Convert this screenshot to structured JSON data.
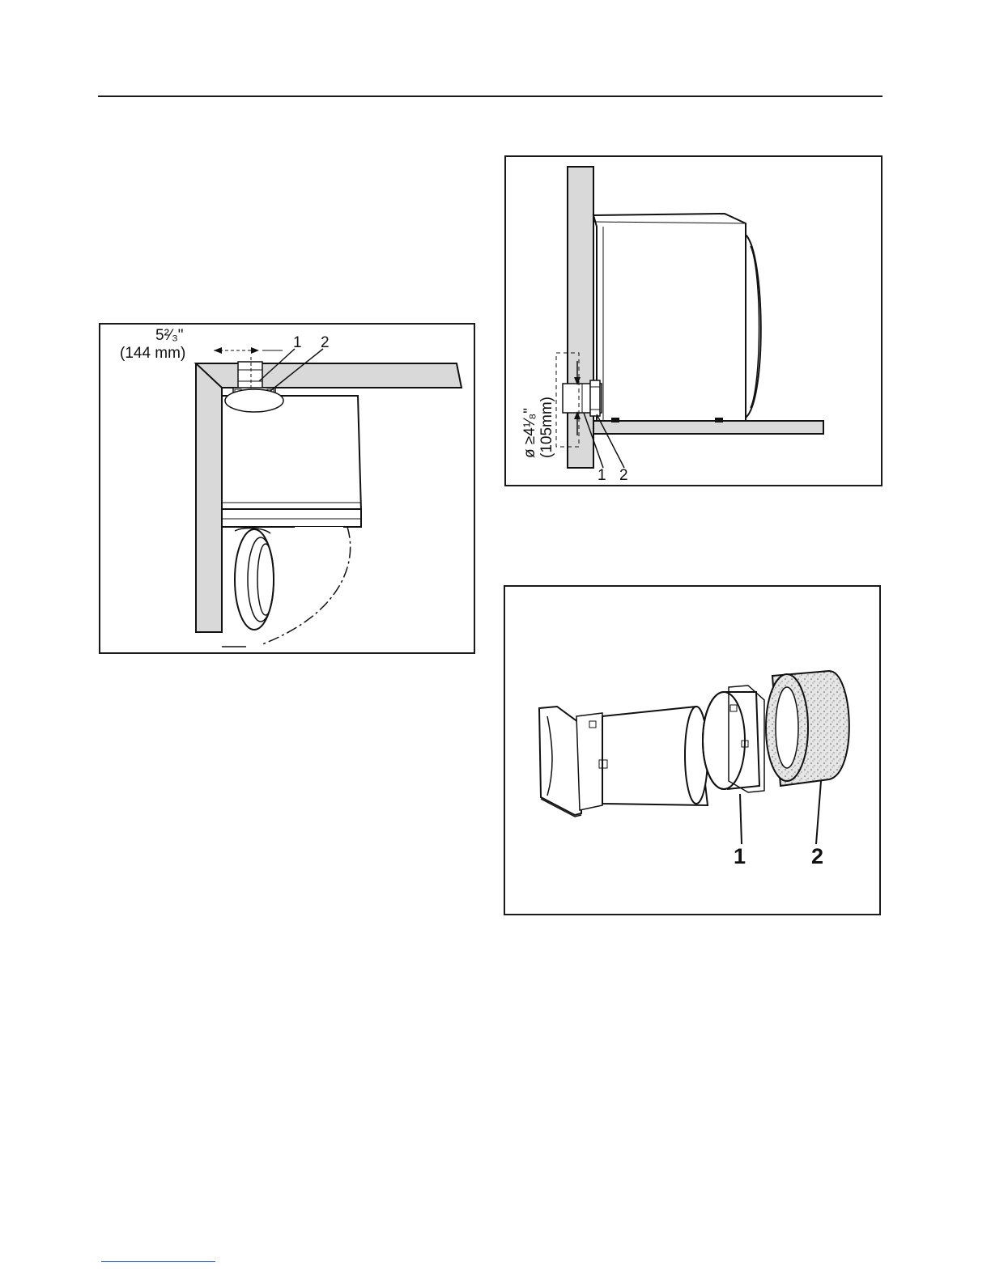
{
  "page": {
    "header_rule": true
  },
  "top_view": {
    "dim_fraction": "5²⁄₃\"",
    "dim_mm": "(144 mm)",
    "callout_1": "1",
    "callout_2": "2"
  },
  "side_view": {
    "diameter_label": "ø ≥4¹⁄₈\"",
    "diameter_mm": "(105mm)",
    "callout_1": "1",
    "callout_2": "2"
  },
  "parts_view": {
    "callout_1": "1",
    "callout_2": "2"
  }
}
